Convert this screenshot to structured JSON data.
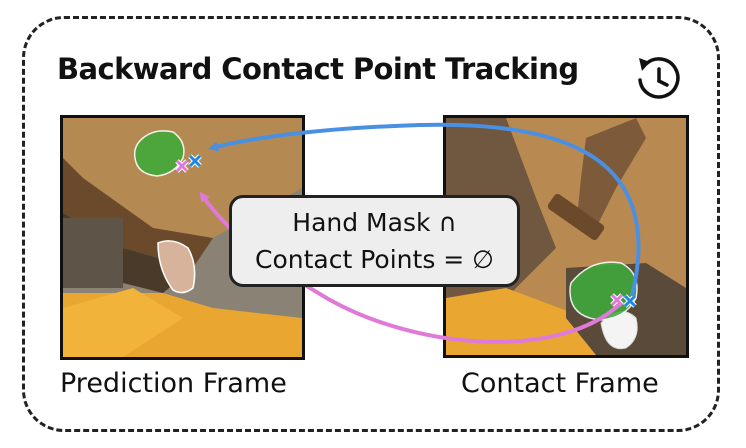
{
  "title": "Backward Contact Point Tracking",
  "icons": {
    "history": "history-icon",
    "contact_point_magenta": "cross-marker",
    "contact_point_blue": "cross-marker"
  },
  "frames": {
    "prediction": {
      "caption": "Prediction Frame"
    },
    "contact": {
      "caption": "Contact Frame"
    }
  },
  "condition_box": {
    "line1": "Hand Mask ∩",
    "line2": "Contact Points = ∅"
  },
  "colors": {
    "blue_arrow": "#4a90e2",
    "magenta_arrow": "#e07ad9",
    "mask_green": "#3faa3a",
    "border": "#222222"
  }
}
